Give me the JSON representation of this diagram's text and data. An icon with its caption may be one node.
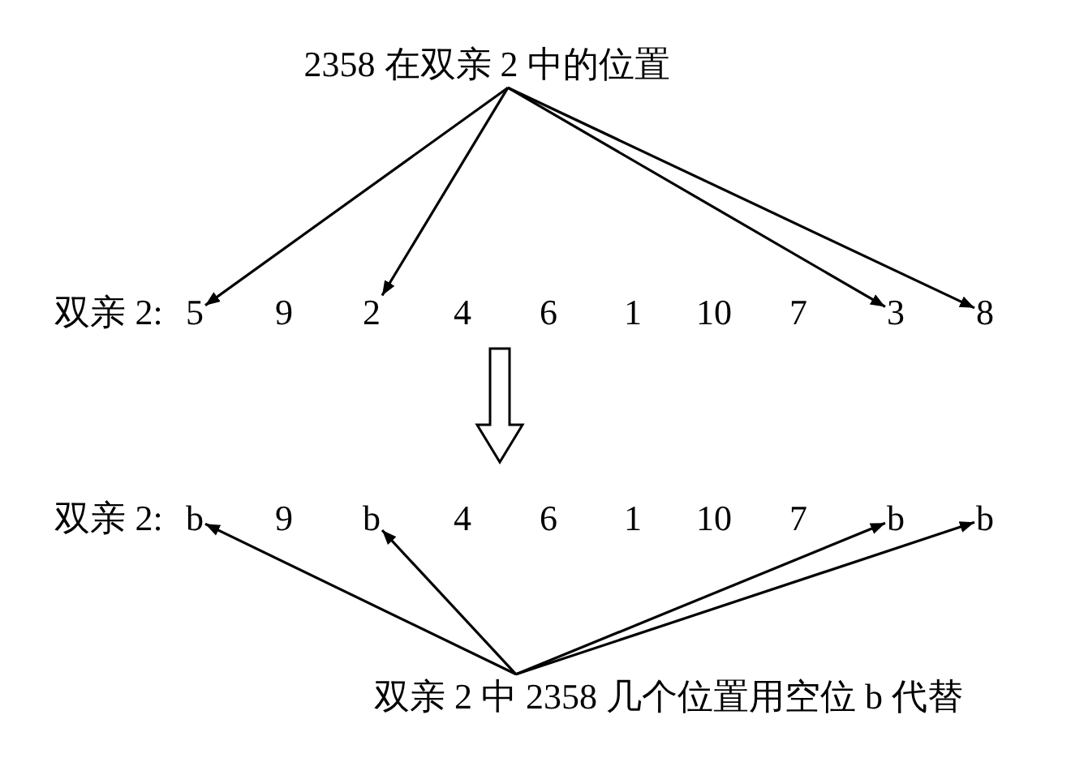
{
  "diagram": {
    "nodes": [
      {
        "text": [
          "2358 在双亲 2 中的位置"
        ]
      },
      {
        "text": [
          "5"
        ]
      },
      {
        "text": [
          "9"
        ]
      },
      {
        "text": [
          "2"
        ]
      },
      {
        "text": [
          "4"
        ]
      },
      {
        "text": [
          "6"
        ]
      },
      {
        "text": [
          "1"
        ]
      },
      {
        "text": [
          "10"
        ]
      },
      {
        "text": [
          "7"
        ]
      },
      {
        "text": [
          "3"
        ]
      },
      {
        "text": [
          "8"
        ]
      },
      {
        "text": [
          "b"
        ]
      },
      {
        "text": [
          "9"
        ]
      },
      {
        "text": [
          "b"
        ]
      },
      {
        "text": [
          "4"
        ]
      },
      {
        "text": [
          "6"
        ]
      },
      {
        "text": [
          "1"
        ]
      },
      {
        "text": [
          "10"
        ]
      },
      {
        "text": [
          "7"
        ]
      },
      {
        "text": [
          "b"
        ]
      },
      {
        "text": [
          "b"
        ]
      },
      {
        "text": [
          "双亲 2 中 2358 几个位置用空位 b 代替"
        ]
      }
    ],
    "edges": [
      {
        "from": 0,
        "to": 1,
        "arrow": "to"
      },
      {
        "from": 0,
        "to": 3,
        "arrow": "to"
      },
      {
        "from": 0,
        "to": 9,
        "arrow": "to"
      },
      {
        "from": 0,
        "to": 10,
        "arrow": "to"
      },
      {
        "from": 21,
        "to": 11,
        "arrow": "to"
      },
      {
        "from": 21,
        "to": 13,
        "arrow": "to"
      },
      {
        "from": 21,
        "to": 19,
        "arrow": "to"
      },
      {
        "from": 21,
        "to": 20,
        "arrow": "to"
      }
    ],
    "labels": [
      "双亲 2:",
      "双亲 2:"
    ]
  }
}
